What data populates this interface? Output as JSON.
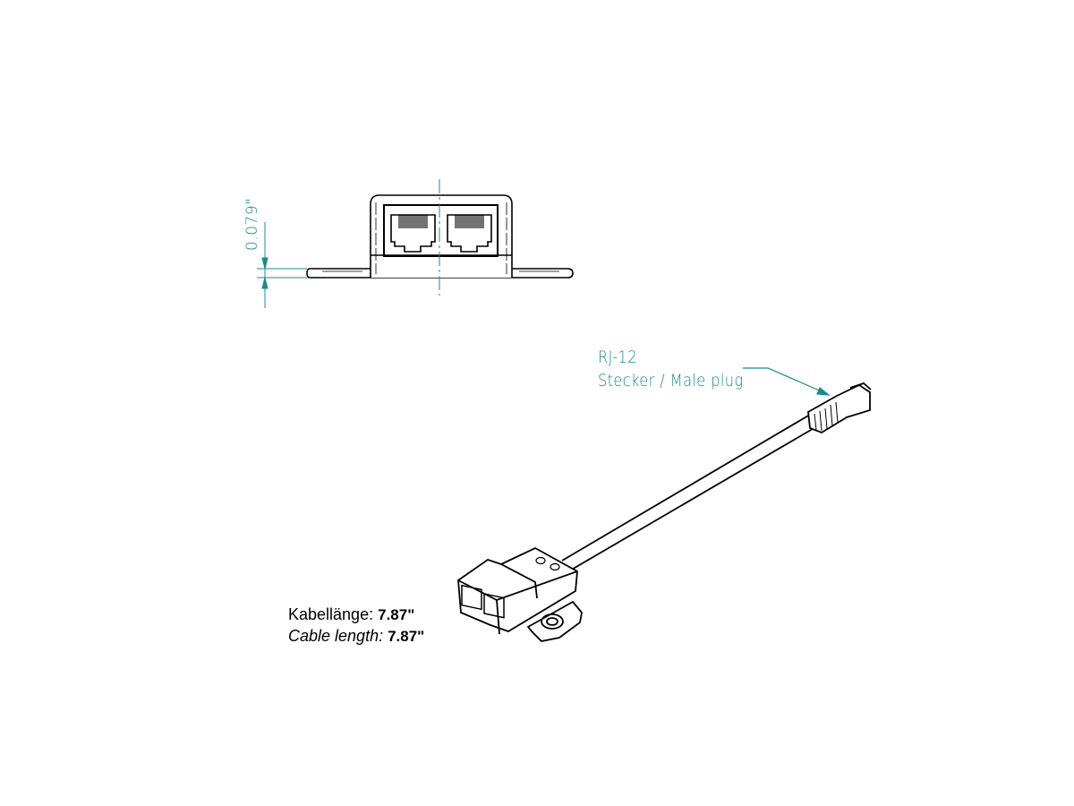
{
  "dimension": {
    "value": "0.079\""
  },
  "callout": {
    "line1": "RJ-12",
    "line2": "Stecker / Male plug"
  },
  "cable": {
    "de_label": "Kabellänge:",
    "de_value": "7.87\"",
    "en_label": "Cable length:",
    "en_value": "7.87\""
  },
  "colors": {
    "dimension": "#178c8c",
    "line": "#000000"
  }
}
